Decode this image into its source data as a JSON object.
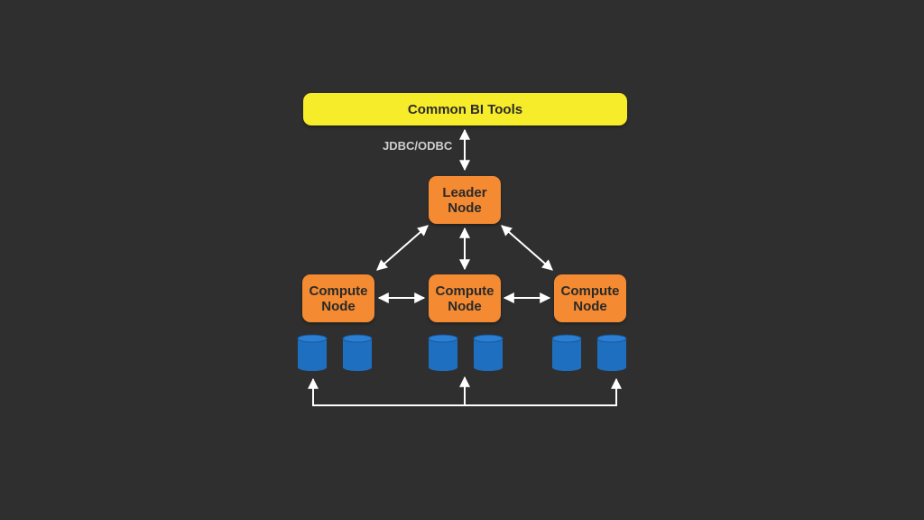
{
  "diagram": {
    "bi_tools_label": "Common BI Tools",
    "connection_label": "JDBC/ODBC",
    "leader_label": "Leader\nNode",
    "compute_nodes": [
      {
        "label": "Compute\nNode"
      },
      {
        "label": "Compute\nNode"
      },
      {
        "label": "Compute\nNode"
      }
    ]
  },
  "colors": {
    "background": "#2f2f2f",
    "bi_tools": "#f7ec2a",
    "node": "#f48a32",
    "database": "#1f6fc0",
    "arrows": "#ffffff"
  }
}
